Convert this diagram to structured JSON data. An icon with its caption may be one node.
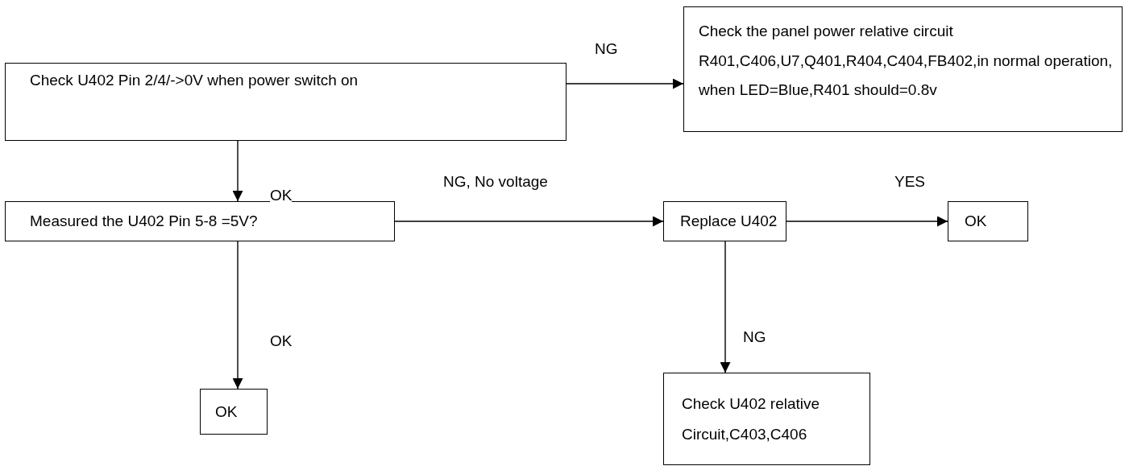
{
  "diagram": {
    "nodes": [
      {
        "text": [
          "Check U402 Pin 2/4/->0V when power switch on"
        ]
      },
      {
        "text": [
          "Check the panel power relative circuit R401,C406,U7,Q401,R404,C404,FB402,in normal operation, when LED=Blue,R401 should=0.8v"
        ]
      },
      {
        "text": [
          "Measured the U402 Pin 5-8 =5V?"
        ]
      },
      {
        "text": [
          "Replace U402"
        ]
      },
      {
        "text": [
          "OK"
        ]
      },
      {
        "text": [
          "OK"
        ]
      },
      {
        "text": [
          "Check U402 relative Circuit,C403,C406"
        ]
      }
    ],
    "edges": [
      {
        "from": 0,
        "to": 1,
        "arrow": "to",
        "label": "NG"
      },
      {
        "from": 0,
        "to": 2,
        "arrow": "to",
        "label": "OK"
      },
      {
        "from": 2,
        "to": 3,
        "arrow": "to",
        "label": "NG, No voltage"
      },
      {
        "from": 3,
        "to": 4,
        "arrow": "to",
        "label": "YES"
      },
      {
        "from": 2,
        "to": 5,
        "arrow": "to",
        "label": "OK"
      },
      {
        "from": 3,
        "to": 6,
        "arrow": "to",
        "label": "NG"
      }
    ]
  }
}
